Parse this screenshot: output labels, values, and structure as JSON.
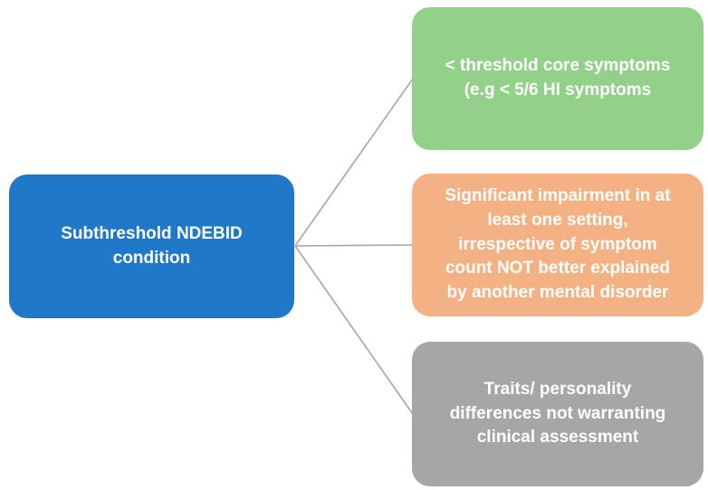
{
  "diagram": {
    "title": "Subthreshold NDEBID condition diagram",
    "root": {
      "label": "Subthreshold NDEBID\ncondition",
      "color": "#1f78c8",
      "text_color": "#ffffff"
    },
    "branches": [
      {
        "id": "threshold-core-symptoms",
        "label": "< threshold core symptoms\n(e.g < 5/6 HI symptoms",
        "color": "#93d089",
        "text_color": "#ffffff"
      },
      {
        "id": "significant-impairment",
        "label": "Significant impairment in at\nleast one setting,\nirrespective of symptom\ncount NOT better explained\nby another mental disorder",
        "color": "#f4b183",
        "text_color": "#ffffff"
      },
      {
        "id": "traits-personality",
        "label": "Traits/ personality\ndifferences not warranting\nclinical assessment",
        "color": "#a6a6a6",
        "text_color": "#ffffff"
      }
    ],
    "connector_color": "#a6a6a6",
    "background_color": "#ffffff"
  }
}
